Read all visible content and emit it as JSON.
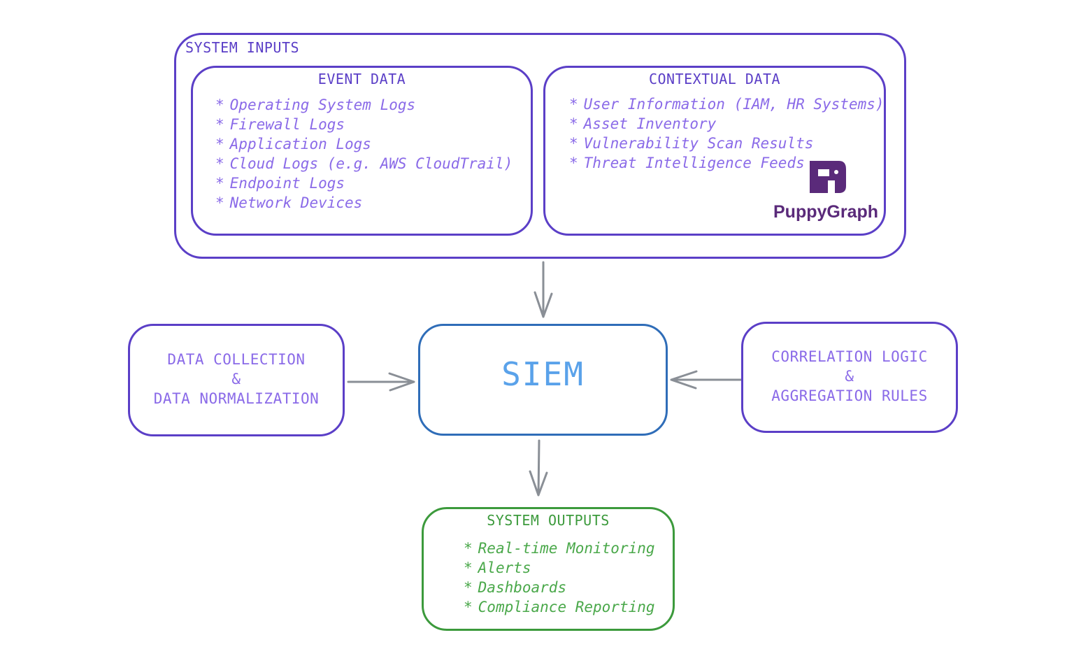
{
  "system_inputs": {
    "label": "SYSTEM INPUTS",
    "event_data": {
      "title": "EVENT DATA",
      "items": [
        "Operating System Logs",
        "Firewall Logs",
        "Application Logs",
        "Cloud Logs (e.g. AWS CloudTrail)",
        "Endpoint Logs",
        "Network Devices"
      ]
    },
    "contextual_data": {
      "title": "CONTEXTUAL DATA",
      "items": [
        "User Information (IAM, HR Systems)",
        "Asset Inventory",
        "Vulnerability Scan Results",
        "Threat Intelligence Feeds"
      ]
    },
    "logo_text": "PuppyGraph"
  },
  "data_collection": {
    "line1": "DATA COLLECTION",
    "line2": "&",
    "line3": "DATA NORMALIZATION"
  },
  "siem": {
    "label": "SIEM"
  },
  "correlation": {
    "line1": "CORRELATION LOGIC",
    "line2": "&",
    "line3": "AGGREGATION RULES"
  },
  "system_outputs": {
    "title": "SYSTEM OUTPUTS",
    "items": [
      "Real-time Monitoring",
      "Alerts",
      "Dashboards",
      "Compliance Reporting"
    ]
  },
  "colors": {
    "purple_border": "#5b3fc7",
    "purple_text": "#8a6ae8",
    "siem_border": "#2f6db8",
    "siem_text": "#5aa2ea",
    "green": "#3c9a3c",
    "green_text": "#4aa84a",
    "arrow": "#8a8f96",
    "logo": "#5a2a7a"
  }
}
